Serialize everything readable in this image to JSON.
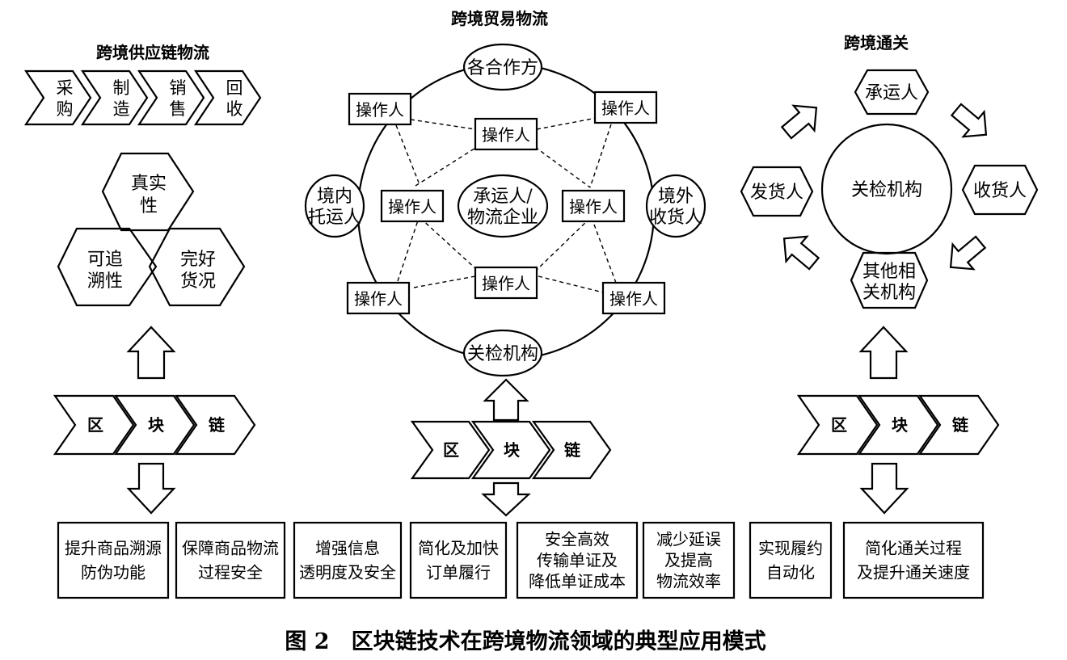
{
  "supply_chain": {
    "title": "跨境供应链物流",
    "stages": [
      {
        "line1": "采",
        "line2": "购"
      },
      {
        "line1": "制",
        "line2": "造"
      },
      {
        "line1": "销",
        "line2": "售"
      },
      {
        "line1": "回",
        "line2": "收"
      }
    ],
    "hexagons": [
      {
        "line1": "真实",
        "line2": "性"
      },
      {
        "line1": "可追",
        "line2": "溯性"
      },
      {
        "line1": "完好",
        "line2": "货况"
      }
    ]
  },
  "trade": {
    "title": "跨境贸易物流",
    "top": "各合作方",
    "bottom": "关检机构",
    "left": {
      "line1": "境内",
      "line2": "托运人"
    },
    "right": {
      "line1": "境外",
      "line2": "收货人"
    },
    "center": {
      "line1": "承运人/",
      "line2": "物流企业"
    },
    "operator": "操作人"
  },
  "customs": {
    "title": "跨境通关",
    "center": "关检机构",
    "carrier": "承运人",
    "shipper": "发货人",
    "consignee": "收货人",
    "other": {
      "line1": "其他相",
      "line2": "关机构"
    }
  },
  "blockchain": [
    "区",
    "块",
    "链"
  ],
  "benefits": [
    {
      "lines": [
        "提升商品溯源",
        "防伪功能"
      ]
    },
    {
      "lines": [
        "保障商品物流",
        "过程安全"
      ]
    },
    {
      "lines": [
        "增强信息",
        "透明度及安全"
      ]
    },
    {
      "lines": [
        "简化及加快",
        "订单履行"
      ]
    },
    {
      "lines": [
        "安全高效",
        "传输单证及",
        "降低单证成本"
      ]
    },
    {
      "lines": [
        "减少延误",
        "及提高",
        "物流效率"
      ]
    },
    {
      "lines": [
        "实现履约",
        "自动化"
      ]
    },
    {
      "lines": [
        "简化通关过程",
        "及提升通关速度"
      ]
    }
  ],
  "caption": "图 2　区块链技术在跨境物流领域的典型应用模式"
}
